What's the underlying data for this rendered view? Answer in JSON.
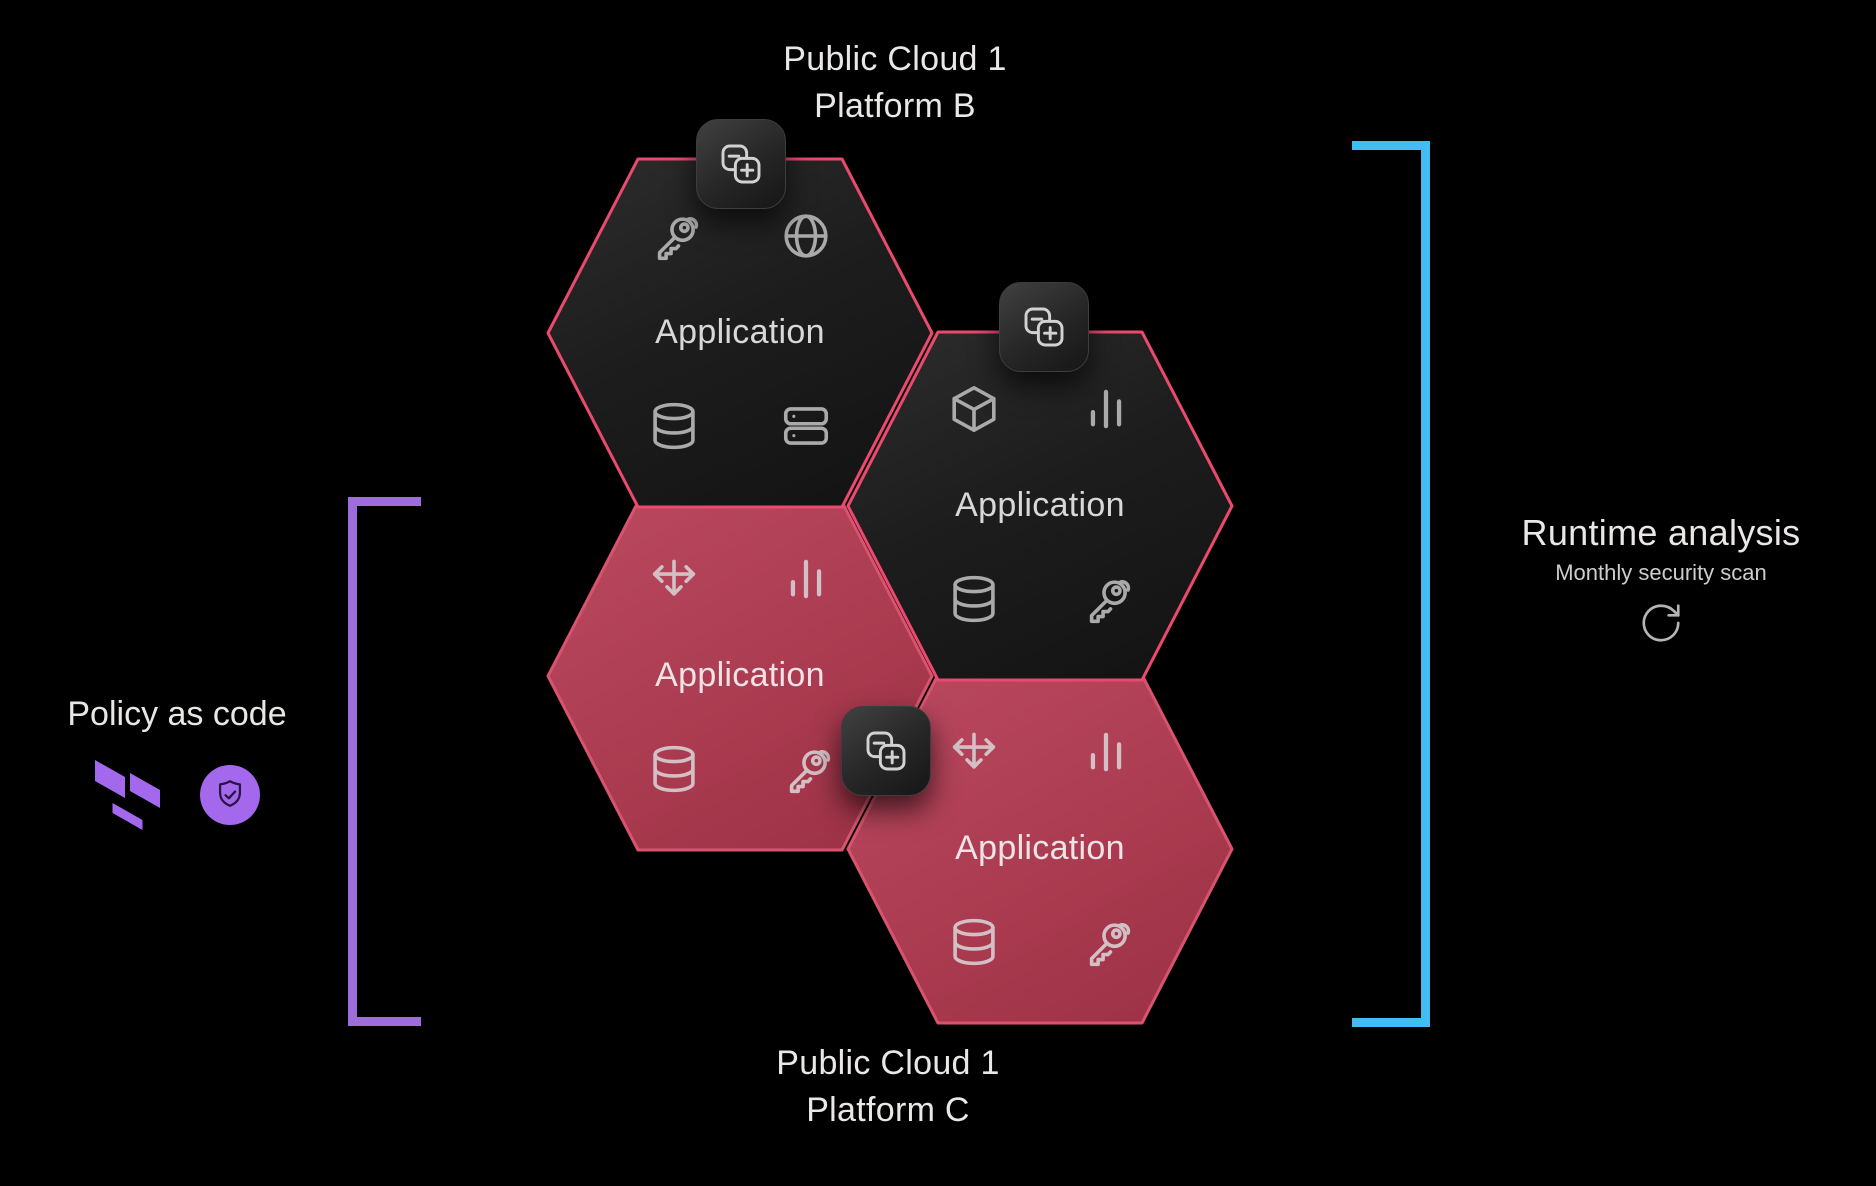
{
  "top_label": {
    "line1": "Public Cloud 1",
    "line2": "Platform B"
  },
  "bottom_label": {
    "line1": "Public Cloud 1",
    "line2": "Platform C"
  },
  "policy": {
    "title": "Policy as code",
    "icons": [
      "terraform-logo",
      "shield-check-badge"
    ]
  },
  "runtime": {
    "title": "Runtime analysis",
    "subtitle": "Monthly security scan",
    "icon": "rotate-cw-icon"
  },
  "hexagons": [
    {
      "label": "Application",
      "variant": "dark",
      "icons_top": [
        "keys-icon",
        "globe-icon"
      ],
      "icons_bottom": [
        "database-icon",
        "server-icon"
      ]
    },
    {
      "label": "Application",
      "variant": "dark",
      "icons_top": [
        "package-icon",
        "bar-chart-icon"
      ],
      "icons_bottom": [
        "database-icon",
        "keys-icon"
      ]
    },
    {
      "label": "Application",
      "variant": "pink",
      "icons_top": [
        "move-icon",
        "bar-chart-icon"
      ],
      "icons_bottom": [
        "database-icon",
        "keys-icon"
      ]
    },
    {
      "label": "Application",
      "variant": "pink",
      "icons_top": [
        "move-icon",
        "bar-chart-icon"
      ],
      "icons_bottom": [
        "database-icon",
        "keys-icon"
      ]
    }
  ],
  "badges": [
    {
      "icon": "scale-icon"
    },
    {
      "icon": "scale-icon"
    },
    {
      "icon": "scale-icon"
    }
  ],
  "colors": {
    "background": "#000000",
    "hex_border_pink": "#ea4a6e",
    "pink_hex_fill_light": "#bb4a61",
    "pink_hex_fill_dark": "#9a3044",
    "dark_hex_fill": "#1d1d1d",
    "bracket_purple": "#9d6ddb",
    "bracket_blue": "#41bdf4",
    "accent_purple": "#a468ec",
    "text_light": "#eae8e6",
    "icon_gray": "#aaaaaa"
  }
}
